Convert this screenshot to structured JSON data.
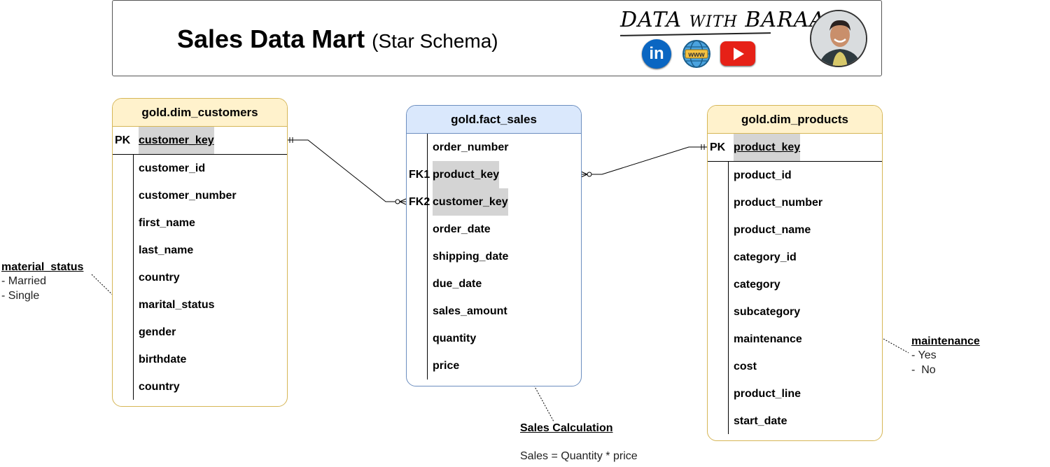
{
  "header": {
    "title": "Sales Data Mart",
    "subtitle": "(Star Schema)",
    "brand": {
      "part1": "DATA",
      "part2": "WITH",
      "part3": "BARAA"
    },
    "social_icons": [
      "linkedin-icon",
      "web-icon",
      "youtube-icon"
    ],
    "web_icon_text": "www",
    "linkedin_text": "in"
  },
  "tables": {
    "dim_customers": {
      "name": "gold.dim_customers",
      "pk_label": "PK",
      "pk_column": "customer_key",
      "columns": [
        "customer_id",
        "customer_number",
        "first_name",
        "last_name",
        "country",
        "marital_status",
        "gender",
        "birthdate",
        "country"
      ]
    },
    "fact_sales": {
      "name": "gold.fact_sales",
      "rows": [
        {
          "key": "",
          "column": "order_number"
        },
        {
          "key": "FK1",
          "column": "product_key"
        },
        {
          "key": "FK2",
          "column": "customer_key"
        },
        {
          "key": "",
          "column": "order_date"
        },
        {
          "key": "",
          "column": "shipping_date"
        },
        {
          "key": "",
          "column": "due_date"
        },
        {
          "key": "",
          "column": "sales_amount"
        },
        {
          "key": "",
          "column": "quantity"
        },
        {
          "key": "",
          "column": "price"
        }
      ]
    },
    "dim_products": {
      "name": "gold.dim_products",
      "pk_label": "PK",
      "pk_column": "product_key",
      "columns": [
        "product_id",
        "product_number",
        "product_name",
        "category_id",
        "category",
        "subcategory",
        "maintenance",
        "cost",
        "product_line",
        "start_date"
      ]
    }
  },
  "notes": {
    "marital": {
      "title": "material_status",
      "lines": [
        "- Married",
        "- Single"
      ]
    },
    "maintenance": {
      "title": "maintenance",
      "lines": [
        "- Yes",
        "-  No"
      ]
    },
    "sales": {
      "title": "Sales Calculation",
      "formula": "Sales = Quantity * price"
    }
  },
  "colors": {
    "dim_header": "#fff2cc",
    "dim_border": "#d6b656",
    "fact_header": "#dae8fc",
    "fact_border": "#6c8ebf",
    "key_highlight": "#d4d4d4"
  }
}
